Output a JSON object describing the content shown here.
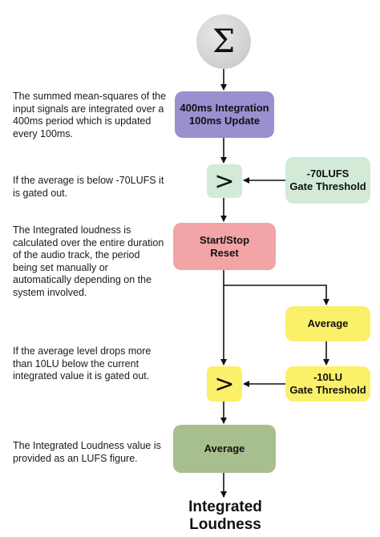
{
  "sigma_symbol": "Σ",
  "descriptions": {
    "integration": "The summed mean-squares of the input signals are integrated over a 400ms period which is updated every 100ms.",
    "absolute_gate": "If the average is below -70LUFS it is gated out.",
    "integrated": "The Integrated loudness is calculated over the entire duration of the audio track, the period being set manually or automatically depending on the system involved.",
    "relative_gate": "If the average level drops more than 10LU below the current integrated value it is gated out.",
    "output": "The Integrated Loudness value is provided as an LUFS figure."
  },
  "boxes": {
    "integration": {
      "line1": "400ms Integration",
      "line2": "100ms Update"
    },
    "abs_threshold": {
      "line1": "-70LUFS",
      "line2": "Gate Threshold"
    },
    "start_stop": {
      "line1": "Start/Stop",
      "line2": "Reset"
    },
    "average_right": {
      "line1": "Average"
    },
    "rel_threshold": {
      "line1": "-10LU",
      "line2": "Gate Threshold"
    },
    "average_main": {
      "line1": "Average"
    }
  },
  "comparator_symbol": ">",
  "output": {
    "line1": "Integrated",
    "line2": "Loudness"
  },
  "colors": {
    "purple": "#9b8fd0",
    "light_green": "#d2ead6",
    "pink": "#f3a4a6",
    "yellow": "#faf06a",
    "olive": "#a7bf8e",
    "grey": "#cccccc"
  }
}
